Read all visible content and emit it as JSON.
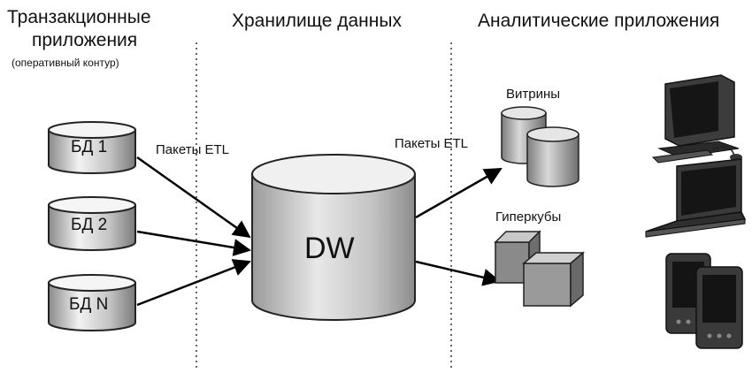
{
  "sections": {
    "transactional": {
      "title_line1": "Транзакционные",
      "title_line2": "приложения",
      "subtitle": "(оперативный контур)"
    },
    "warehouse": {
      "title": "Хранилище данных"
    },
    "analytics": {
      "title": "Аналитические приложения"
    }
  },
  "sources": [
    {
      "label": "БД 1"
    },
    {
      "label": "БД 2"
    },
    {
      "label": "БД N"
    }
  ],
  "warehouse_label": "DW",
  "flows": {
    "etl_in_label": "Пакеты ETL",
    "etl_out_label": "Пакеты ETL"
  },
  "targets": {
    "marts_label": "Витрины",
    "cubes_label": "Гиперкубы"
  },
  "devices": [
    {
      "icon": "desktop-computer-icon"
    },
    {
      "icon": "laptop-icon"
    },
    {
      "icon": "mobile-device-icon"
    }
  ]
}
